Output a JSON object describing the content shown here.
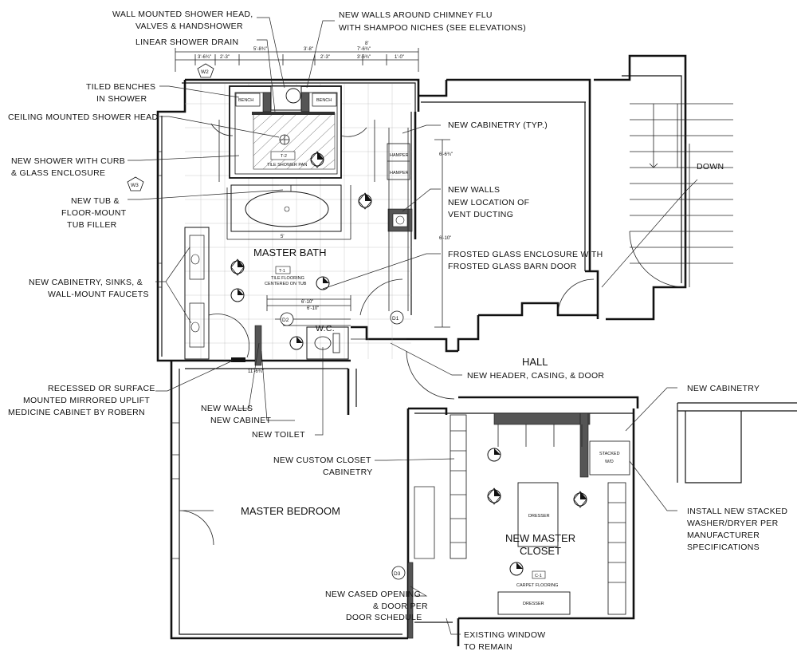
{
  "rooms": {
    "master_bath": "MASTER BATH",
    "master_bedroom": "MASTER BEDROOM",
    "hall": "HALL",
    "closet_line1": "NEW MASTER",
    "closet_line2": "CLOSET",
    "wc": "W.C.",
    "down": "DOWN"
  },
  "callouts_left": {
    "shower_head_1": "WALL MOUNTED SHOWER HEAD,",
    "shower_head_2": "VALVES & HANDSHOWER",
    "drain": "LINEAR SHOWER DRAIN",
    "benches_1": "TILED BENCHES",
    "benches_2": "IN SHOWER",
    "ceiling_head": "CEILING MOUNTED SHOWER HEAD",
    "shower_1": "NEW SHOWER WITH CURB",
    "shower_2": "& GLASS ENCLOSURE",
    "tub_1": "NEW TUB &",
    "tub_2": "FLOOR-MOUNT",
    "tub_3": "TUB FILLER",
    "sinks_1": "NEW CABINETRY, SINKS, &",
    "sinks_2": "WALL-MOUNT FAUCETS",
    "med_1": "RECESSED OR SURFACE",
    "med_2": "MOUNTED MIRRORED UPLIFT",
    "med_3": "MEDICINE CABINET BY ROBERN",
    "new_walls": "NEW WALLS",
    "new_cabinet": "NEW CABINET",
    "new_toilet": "NEW TOILET",
    "closet_cab_1": "NEW CUSTOM CLOSET",
    "closet_cab_2": "CABINETRY",
    "cased_1": "NEW CASED OPENING",
    "cased_2": "& DOOR PER",
    "cased_3": "DOOR SCHEDULE",
    "window_1": "EXISTING WINDOW",
    "window_2": "TO REMAIN"
  },
  "callouts_right": {
    "chimney_1": "NEW WALLS AROUND CHIMNEY FLU",
    "chimney_2": "WITH SHAMPOO NICHES (SEE ELEVATIONS)",
    "cabinetry_typ": "NEW CABINETRY (TYP.)",
    "new_walls": "NEW WALLS",
    "vent_1": "NEW LOCATION OF",
    "vent_2": "VENT DUCTING",
    "frosted_1": "FROSTED GLASS ENCLOSURE WITH",
    "frosted_2": "FROSTED GLASS BARN DOOR",
    "header": "NEW HEADER, CASING, & DOOR",
    "new_cabinetry": "NEW CABINETRY",
    "washer_1": "INSTALL NEW STACKED",
    "washer_2": "WASHER/DRYER PER",
    "washer_3": "MANUFACTURER",
    "washer_4": "SPECIFICATIONS"
  },
  "fixtures": {
    "bench": "BENCH",
    "hamper": "HAMPER",
    "tile_shower": "TILE SHOWER PAN",
    "tile_flooring_1": "TILE FLOORING",
    "tile_flooring_2": "CENTERED ON TUB",
    "dresser": "DRESSER",
    "stacked_1": "STACKED",
    "stacked_2": "W/D",
    "carpet": "CARPET FLOORING",
    "t1": "T-1",
    "t2": "T-2",
    "c1": "C-1"
  },
  "tags": {
    "w2": "W2",
    "w3": "W3",
    "d1": "D1",
    "d2": "D2",
    "d3": "D3"
  },
  "dims": {
    "d1": "3'-6¾\"",
    "d2": "2'-3\"",
    "d3": "5'-8¾\"",
    "d4": "3'-8\"",
    "d5": "8'",
    "d6": "7'-6¾\"",
    "d7": "2'-3\"",
    "d8": "3'-6¾\"",
    "d9": "1'-0\"",
    "d10": "6'-10\"",
    "d11": "6'-10\"",
    "d12": "5'",
    "d13": "11'-6¾\"",
    "d14": "6'-10\"",
    "d15": "6'-6¾\""
  }
}
